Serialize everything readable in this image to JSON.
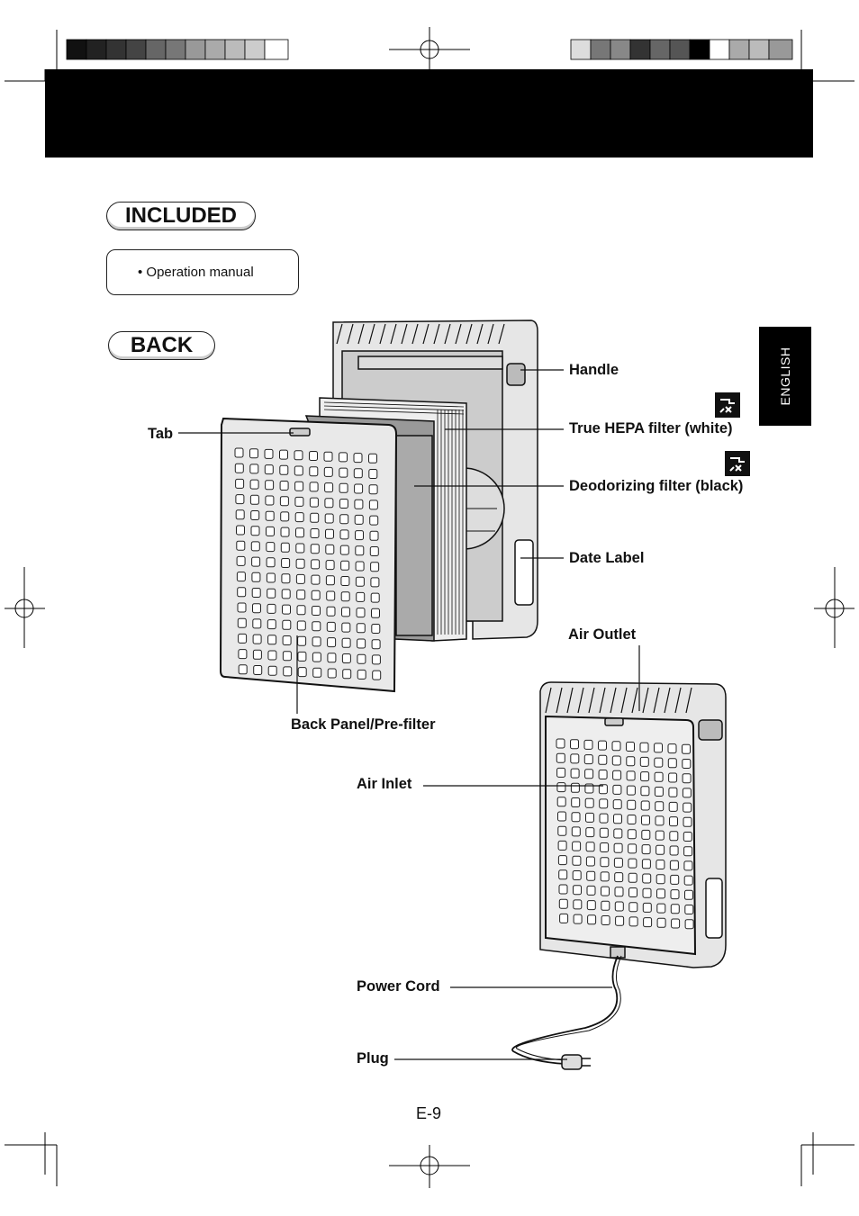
{
  "header": {
    "bar_color": "#000000"
  },
  "sections": {
    "included": {
      "title": "INCLUDED",
      "items": [
        "• Operation manual"
      ]
    },
    "back": {
      "title": "BACK"
    }
  },
  "side_tab": {
    "label": "ENGLISH"
  },
  "callouts": {
    "handle": "Handle",
    "hepa": "True HEPA filter (white)",
    "deodorizing": "Deodorizing filter (black)",
    "date_label": "Date Label",
    "tab": "Tab",
    "back_panel": "Back Panel/Pre-filter",
    "air_outlet": "Air Outlet",
    "air_inlet": "Air Inlet",
    "power_cord": "Power Cord",
    "plug": "Plug"
  },
  "icons": {
    "hepa_icon": "no-washing-icon",
    "deodorizing_icon": "no-washing-icon"
  },
  "page": {
    "number": "E-9"
  }
}
